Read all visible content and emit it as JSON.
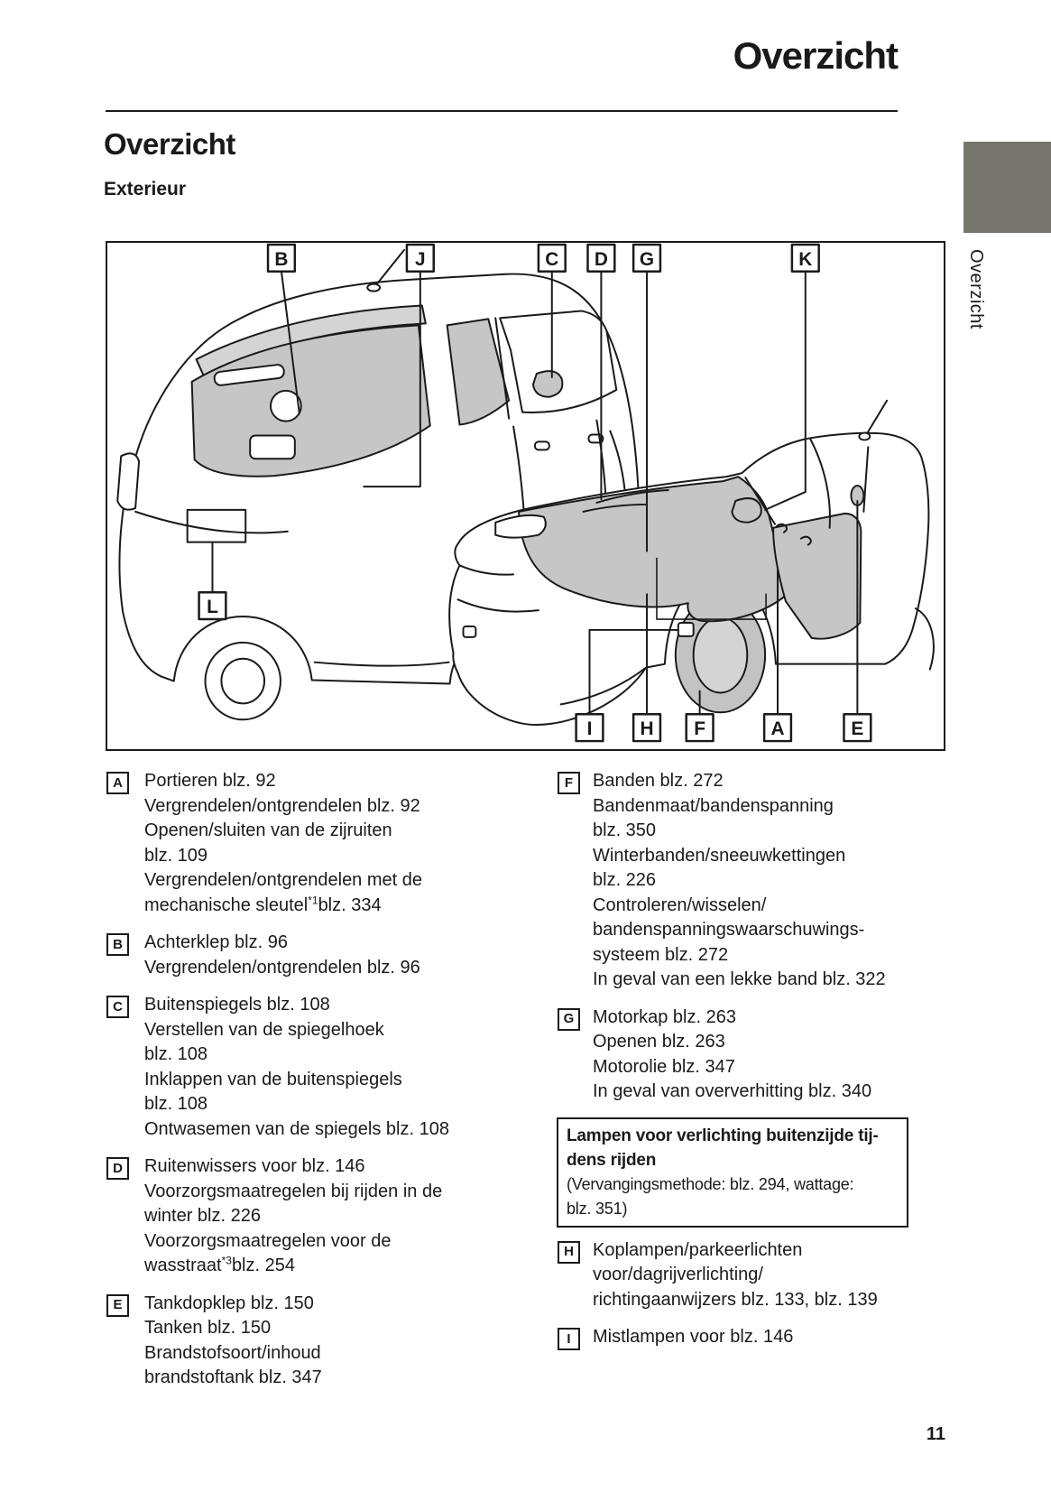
{
  "header": {
    "page_title": "Overzicht",
    "section_title": "Overzicht",
    "subsection_title": "Exterieur",
    "side_tab_label": "Overzicht",
    "page_number": "11"
  },
  "diagram": {
    "description": "exterior-callout-diagram-two-cars",
    "top_labels": [
      "B",
      "J",
      "C",
      "D",
      "G",
      "K"
    ],
    "bottom_labels": [
      "I",
      "H",
      "F",
      "A",
      "E"
    ],
    "side_label": "L"
  },
  "sections": {
    "left": [
      {
        "marker": "A",
        "lines": [
          [
            "Portieren blz. 92"
          ],
          [
            "Vergrendelen/ontgrendelen blz. 92"
          ],
          [
            "Openen/sluiten van de zijruiten"
          ],
          [
            "blz. 109"
          ],
          [
            "Vergrendelen/ontgrendelen met de"
          ],
          [
            "mechanische sleutel",
            {
              "sup": "*1"
            },
            "blz. 334"
          ]
        ]
      },
      {
        "marker": "B",
        "lines": [
          [
            "Achterklep blz. 96"
          ],
          [
            "Vergrendelen/ontgrendelen blz. 96"
          ]
        ]
      },
      {
        "marker": "C",
        "lines": [
          [
            "Buitenspiegels blz. 108"
          ],
          [
            "Verstellen van de spiegelhoek"
          ],
          [
            "blz. 108"
          ],
          [
            "Inklappen van de buitenspiegels"
          ],
          [
            "blz. 108"
          ],
          [
            "Ontwasemen van de spiegels blz. 108"
          ]
        ]
      },
      {
        "marker": "D",
        "lines": [
          [
            "Ruitenwissers voor blz. 146"
          ],
          [
            "Voorzorgsmaatregelen bij rijden in de"
          ],
          [
            "winter blz. 226"
          ],
          [
            "Voorzorgsmaatregelen voor de"
          ],
          [
            "wasstraat",
            {
              "sup": "*3"
            },
            "blz. 254"
          ]
        ]
      },
      {
        "marker": "E",
        "lines": [
          [
            "Tankdopklep blz. 150"
          ],
          [
            "Tanken blz. 150"
          ],
          [
            "Brandstofsoort/inhoud"
          ],
          [
            "brandstoftank blz. 347"
          ]
        ]
      }
    ],
    "right": [
      {
        "marker": "F",
        "lines": [
          [
            "Banden blz. 272"
          ],
          [
            "Bandenmaat/bandenspanning"
          ],
          [
            "blz. 350"
          ],
          [
            "Winterbanden/sneeuwkettingen"
          ],
          [
            "blz. 226"
          ],
          [
            "Controleren/wisselen/"
          ],
          [
            "bandenspanningswaarschuwings-"
          ],
          [
            "systeem blz. 272"
          ],
          [
            "In geval van een lekke band blz. 322"
          ]
        ]
      },
      {
        "marker": "G",
        "lines": [
          [
            "Motorkap blz. 263"
          ],
          [
            "Openen blz. 263"
          ],
          [
            "Motorolie blz. 347"
          ],
          [
            "In geval van oververhitting blz. 340"
          ]
        ]
      }
    ],
    "right_after_note": [
      {
        "marker": "H",
        "lines": [
          [
            "Koplampen/parkeerlichten"
          ],
          [
            "voor/dagrijverlichting/"
          ],
          [
            "richtingaanwijzers blz. 133, blz. 139"
          ]
        ]
      },
      {
        "marker": "I",
        "lines": [
          [
            "Mistlampen voor blz. 146"
          ]
        ]
      }
    ]
  },
  "note_box": {
    "bold_lines": [
      "Lampen voor verlichting buitenzijde tij-",
      "dens rijden"
    ],
    "lines": [
      "(Vervangingsmethode: blz. 294, wattage:",
      "blz. 351)"
    ]
  },
  "colors": {
    "line": "#1a1a1a",
    "shade_gray": "#c6c6c6",
    "shade_light": "#d4d4d4",
    "tab_gray": "#75756e"
  }
}
